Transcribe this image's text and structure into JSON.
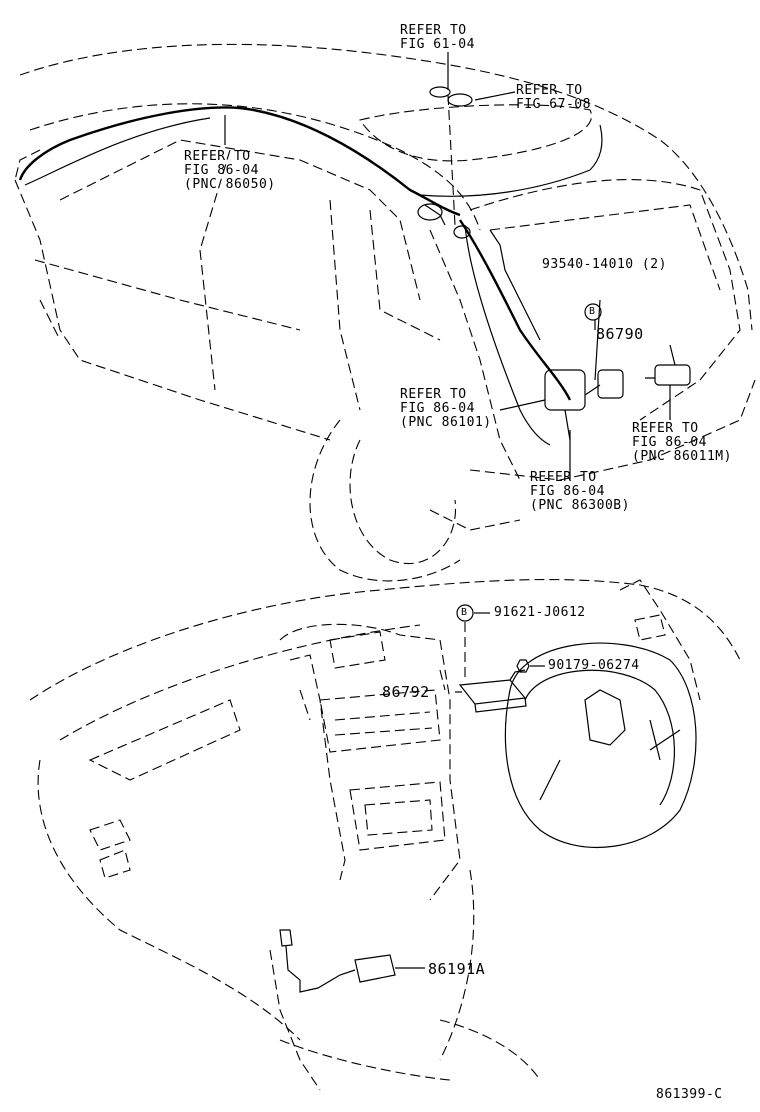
{
  "refs": {
    "fig61": [
      "REFER TO",
      "FIG 61-04"
    ],
    "fig67": [
      "REFER TO",
      "FIG 67-08"
    ],
    "pnc86050": [
      "REFER TO",
      "FIG 86-04",
      "(PNC 86050)"
    ],
    "pnc86101": [
      "REFER TO",
      "FIG 86-04",
      "(PNC 86101)"
    ],
    "pnc86011m": [
      "REFER TO",
      "FIG 86-04",
      "(PNC 86011M)"
    ],
    "pnc86300b": [
      "REFER TO",
      "FIG 86-04",
      "(PNC 86300B)"
    ]
  },
  "parts": {
    "p93540": "93540-14010 (2)",
    "p86790": "86790",
    "p91621": "91621-J0612",
    "p90179": "90179-06274",
    "p86792": "86792",
    "p86191a": "86191A",
    "badge": "B"
  },
  "figure_code": "861399-C"
}
